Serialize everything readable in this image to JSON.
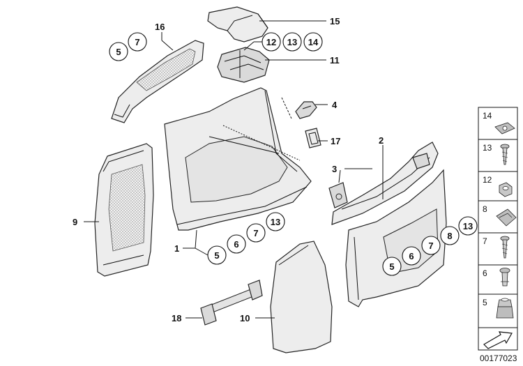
{
  "callouts": {
    "p1": "1",
    "p2": "2",
    "p3": "3",
    "p4": "4",
    "p9": "9",
    "p10": "10",
    "p11": "11",
    "p15": "15",
    "p16": "16",
    "p17": "17",
    "p18": "18"
  },
  "circle_groups": {
    "part16_group": [
      "5",
      "7"
    ],
    "part11_group": [
      "12",
      "13",
      "14"
    ],
    "part1_group": [
      "5",
      "6",
      "7",
      "13"
    ],
    "part2_group": [
      "5",
      "6",
      "7",
      "8",
      "13"
    ]
  },
  "legend": [
    {
      "label": "14",
      "icon": "clip-nut-icon"
    },
    {
      "label": "13",
      "icon": "self-tapping-screw-icon"
    },
    {
      "label": "12",
      "icon": "hex-nut-icon"
    },
    {
      "label": "8",
      "icon": "spring-nut-icon"
    },
    {
      "label": "7",
      "icon": "screw-icon"
    },
    {
      "label": "6",
      "icon": "expanding-rivet-icon"
    },
    {
      "label": "5",
      "icon": "rivet-nut-icon"
    }
  ],
  "diagram_id": "00177023"
}
